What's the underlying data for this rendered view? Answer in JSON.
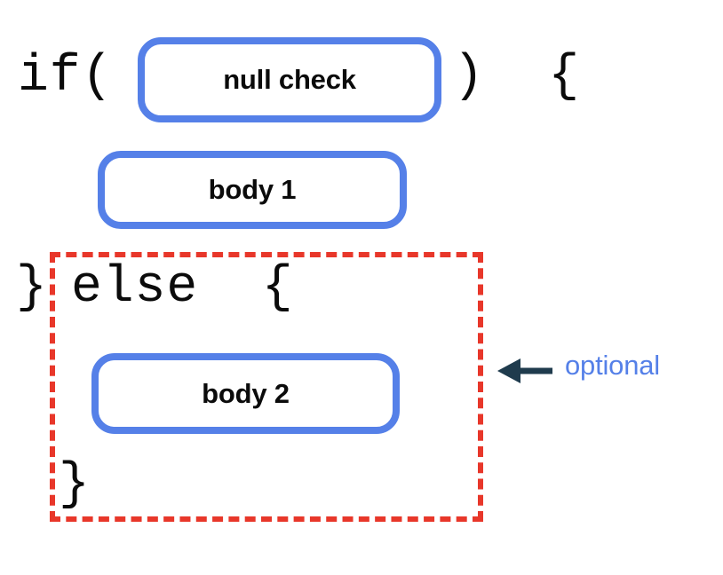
{
  "diagram": {
    "title": "if-else null check structure",
    "colors": {
      "box_border": "#5580e8",
      "dashed_region": "#e8372a",
      "arrow": "#1f3b4d",
      "code_text": "#0b0b0b",
      "label_text": "#5580e8",
      "background": "#ffffff"
    },
    "code": {
      "if_open": "if(",
      "paren_close_brace": ")  {",
      "brace_close_else": "}",
      "else_open": "else  {",
      "brace_close_end": "}"
    },
    "boxes": [
      {
        "id": "null-check",
        "label": "null check"
      },
      {
        "id": "body-1",
        "label": "body 1"
      },
      {
        "id": "body-2",
        "label": "body 2"
      }
    ],
    "annotation": {
      "label": "optional",
      "arrow_icon": "arrow-left-icon",
      "points_to": "else-block-dashed-region"
    }
  }
}
